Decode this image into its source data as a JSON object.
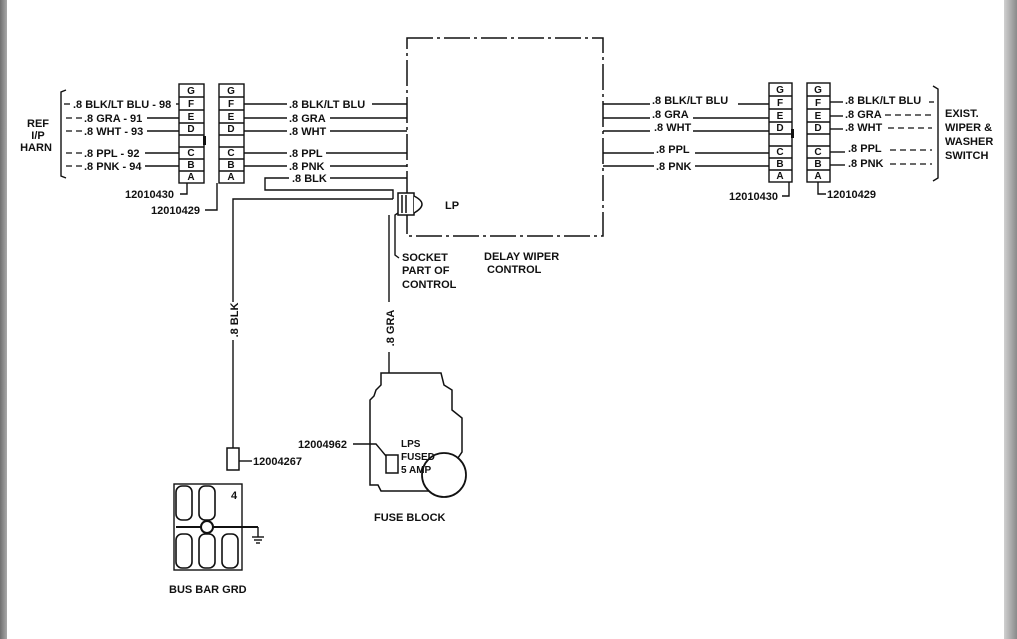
{
  "diagram": {
    "left_harness_label": [
      "REF",
      "I/P",
      "HARN"
    ],
    "left_harness_wires": [
      ".8 BLK/LT BLU - 98",
      ".8 GRA - 91",
      ".8 WHT - 93",
      ".8 PPL - 92",
      ".8 PNK - 94"
    ],
    "pins": [
      "G",
      "F",
      "E",
      "D",
      "C",
      "B",
      "A"
    ],
    "left_connector_outer_part": "12010430",
    "left_connector_inner_part": "12010429",
    "middle_left_wires": [
      ".8 BLK/LT BLU",
      ".8 GRA",
      ".8 WHT",
      ".8 PPL",
      ".8 PNK",
      ".8 BLK"
    ],
    "lamp_label": "LP",
    "socket_label": [
      "SOCKET",
      "PART OF",
      "CONTROL"
    ],
    "control_label": [
      "DELAY WIPER",
      "CONTROL"
    ],
    "middle_right_wires": [
      ".8 BLK/LT BLU",
      ".8 GRA",
      ".8 WHT",
      ".8 PPL",
      ".8 PNK"
    ],
    "right_connector_inner_part": "12010430",
    "right_connector_outer_part": "12010429",
    "right_switch_wires": [
      ".8 BLK/LT BLU",
      ".8 GRA",
      ".8 WHT",
      ".8 PPL",
      ".8 PNK"
    ],
    "right_switch_label": [
      "EXIST.",
      "WIPER &",
      "WASHER",
      "SWITCH"
    ],
    "ground_wire": ".8 BLK",
    "feed_wire": ".8 GRA",
    "ground_terminal_part": "12004267",
    "fuse_terminal_part": "12004962",
    "fuse_label": [
      "LPS",
      "FUSED",
      "5 AMP"
    ],
    "fuse_block_label": "FUSE BLOCK",
    "bus_bar_number": "4",
    "bus_bar_label": "BUS BAR GRD"
  }
}
